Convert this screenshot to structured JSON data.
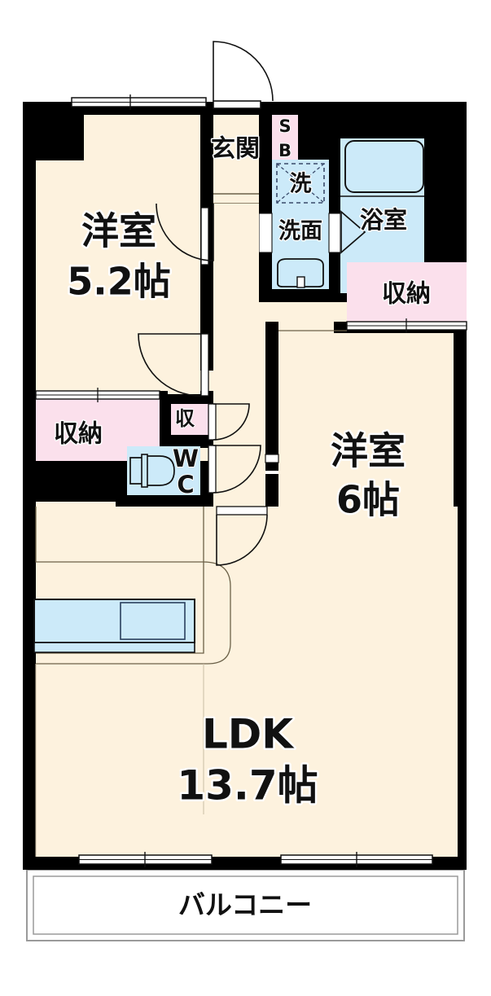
{
  "plan": {
    "type": "japanese-apartment-floor-plan",
    "layout_code": "2LDK",
    "colors": {
      "wall": "#000000",
      "floor": "#FDF2DE",
      "storage": "#FBE0EC",
      "water": "#CCEAF9",
      "balcony": "#FFFFFF",
      "outline": "#1A1A1A",
      "text": "#111111"
    },
    "rooms": [
      {
        "id": "youshitsu_52",
        "name": "洋室",
        "size": "5.2帖",
        "type": "western-room"
      },
      {
        "id": "youshitsu_6",
        "name": "洋室",
        "size": "6帖",
        "type": "western-room"
      },
      {
        "id": "ldk",
        "name": "LDK",
        "size": "13.7帖",
        "type": "living-dining-kitchen"
      },
      {
        "id": "genkan",
        "name": "玄関",
        "type": "entrance"
      },
      {
        "id": "yokushitsu",
        "name": "浴室",
        "type": "bathroom"
      },
      {
        "id": "senmen",
        "name": "洗面",
        "type": "washroom"
      },
      {
        "id": "balcony",
        "name": "バルコニー",
        "type": "balcony"
      }
    ],
    "labels": {
      "room_a_name": "洋室",
      "room_a_size": "5.2帖",
      "room_b_name": "洋室",
      "room_b_size": "6帖",
      "ldk_name": "LDK",
      "ldk_size": "13.7帖",
      "genkan": "玄関",
      "shoe_box_line1": "S",
      "shoe_box_line2": "B",
      "washer": "洗",
      "washroom": "洗面",
      "bathroom": "浴室",
      "storage_top_right": "収納",
      "storage_left": "収納",
      "storage_small": "収",
      "wc_line1": "W",
      "wc_line2": "C",
      "balcony": "バルコニー"
    },
    "fixtures": [
      {
        "name": "bathtub",
        "room": "yokushitsu"
      },
      {
        "name": "washbasin",
        "room": "senmen"
      },
      {
        "name": "washing-machine-space",
        "room": "senmen"
      },
      {
        "name": "toilet",
        "room": "wc"
      },
      {
        "name": "kitchen-counter-sink",
        "room": "ldk"
      }
    ],
    "openings": {
      "entrance_door": "swing-door-outward",
      "windows": 6,
      "sliding_closet_doors": 4,
      "interior_swing_doors": 5,
      "bathroom_door": "folding-door"
    }
  }
}
